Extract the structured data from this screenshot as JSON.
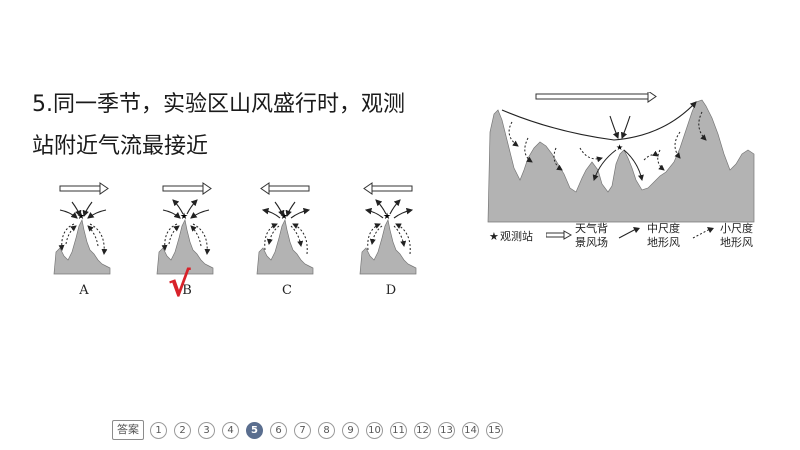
{
  "question": {
    "line1": "5.同一季节，实验区山风盛行时，观测",
    "line2": "站附近气流最接近"
  },
  "options": [
    {
      "letter": "A"
    },
    {
      "letter": "B",
      "checked": true
    },
    {
      "letter": "C"
    },
    {
      "letter": "D"
    }
  ],
  "check_mark": "√",
  "legend": {
    "station": "观测站",
    "synoptic_line1": "天气背",
    "synoptic_line2": "景风场",
    "meso_line1": "中尺度",
    "meso_line2": "地形风",
    "micro_line1": "小尺度",
    "micro_line2": "地形风"
  },
  "pager": {
    "answer_label": "答案",
    "pages": [
      "1",
      "2",
      "3",
      "4",
      "5",
      "6",
      "7",
      "8",
      "9",
      "10",
      "11",
      "12",
      "13",
      "14",
      "15"
    ],
    "current": "5"
  },
  "colors": {
    "terrain": "#b3b3b3",
    "check": "#d8222a",
    "active_page": "#5a6e8f"
  }
}
